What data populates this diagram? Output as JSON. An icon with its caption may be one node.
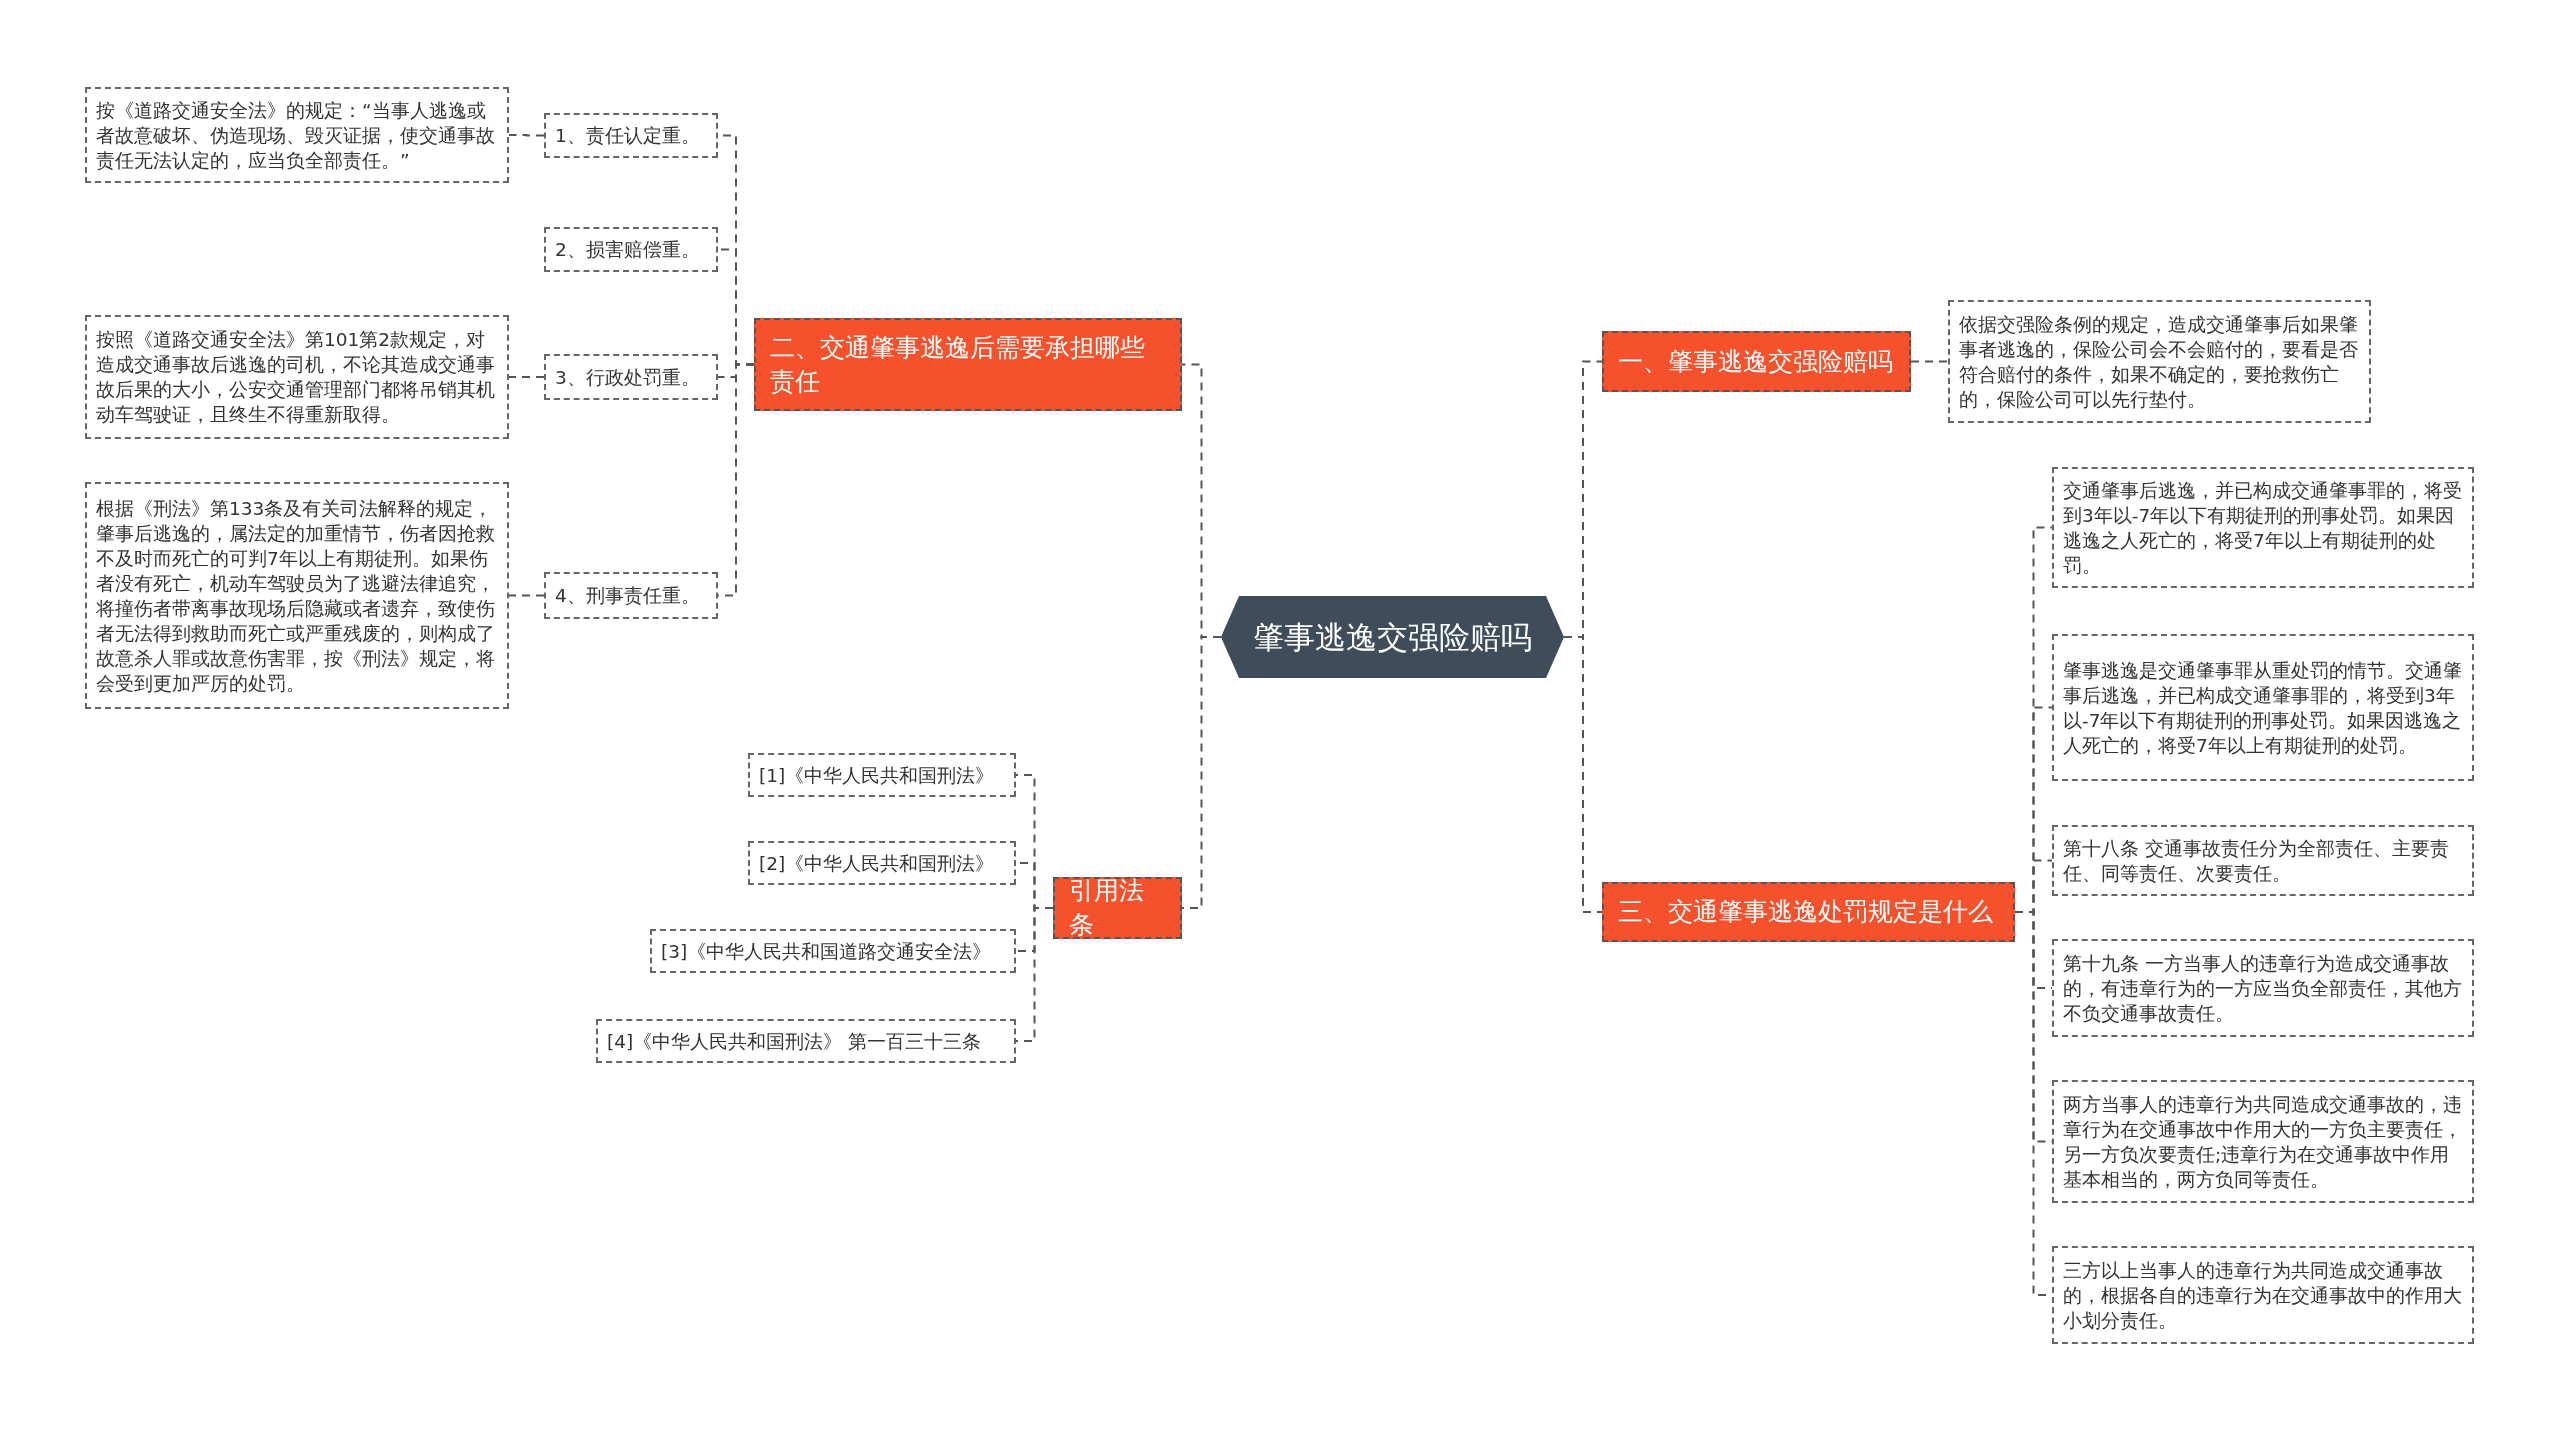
{
  "diagram": {
    "nodes": [
      {
        "text": [
          "肇事逃逸交强险赔吗"
        ]
      },
      {
        "text": [
          "二、交通肇事逃逸后需要承担哪些责任"
        ]
      },
      {
        "text": [
          "1、责任认定重。"
        ]
      },
      {
        "text": [
          "按《道路交通安全法》的规定：“当事人逃逸或者故意破坏、伪造现场、毁灭证据，使交通事故责任无法认定的，应当负全部责任。”"
        ]
      },
      {
        "text": [
          "2、损害赔偿重。"
        ]
      },
      {
        "text": [
          "3、行政处罚重。"
        ]
      },
      {
        "text": [
          "按照《道路交通安全法》第101第2款规定，对造成交通事故后逃逸的司机，不论其造成交通事故后果的大小，公安交通管理部门都将吊销其机动车驾驶证，且终生不得重新取得。"
        ]
      },
      {
        "text": [
          "4、刑事责任重。"
        ]
      },
      {
        "text": [
          "根据《刑法》第133条及有关司法解释的规定，肇事后逃逸的，属法定的加重情节，伤者因抢救不及时而死亡的可判7年以上有期徒刑。如果伤者没有死亡，机动车驾驶员为了逃避法律追究，将撞伤者带离事故现场后隐藏或者遗弃，致使伤者无法得到救助而死亡或严重残废的，则构成了故意杀人罪或故意伤害罪，按《刑法》规定，将会受到更加严厉的处罚。"
        ]
      },
      {
        "text": [
          "引用法条"
        ]
      },
      {
        "text": [
          "[1]《中华人民共和国刑法》"
        ]
      },
      {
        "text": [
          "[2]《中华人民共和国刑法》"
        ]
      },
      {
        "text": [
          "[3]《中华人民共和国道路交通安全法》"
        ]
      },
      {
        "text": [
          "[4]《中华人民共和国刑法》 第一百三十三条"
        ]
      },
      {
        "text": [
          "一、肇事逃逸交强险赔吗"
        ]
      },
      {
        "text": [
          "依据交强险条例的规定，造成交通肇事后如果肇事者逃逸的，保险公司会不会赔付的，要看是否符合赔付的条件，如果不确定的，要抢救伤亡的，保险公司可以先行垫付。"
        ]
      },
      {
        "text": [
          "三、交通肇事逃逸处罚规定是什么"
        ]
      },
      {
        "text": [
          "交通肇事后逃逸，并已构成交通肇事罪的，将受到3年以-7年以下有期徒刑的刑事处罚。如果因逃逸之人死亡的，将受7年以上有期徒刑的处罚。"
        ]
      },
      {
        "text": [
          "肇事逃逸是交通肇事罪从重处罚的情节。交通肇事后逃逸，并已构成交通肇事罪的，将受到3年以-7年以下有期徒刑的刑事处罚。如果因逃逸之人死亡的，将受7年以上有期徒刑的处罚。"
        ]
      },
      {
        "text": [
          "第十八条 交通事故责任分为全部责任、主要责任、同等责任、次要责任。"
        ]
      },
      {
        "text": [
          "第十九条 一方当事人的违章行为造成交通事故的，有违章行为的一方应当负全部责任，其他方不负交通事故责任。"
        ]
      },
      {
        "text": [
          "两方当事人的违章行为共同造成交通事故的，违章行为在交通事故中作用大的一方负主要责任，另一方负次要责任;违章行为在交通事故中作用基本相当的，两方负同等责任。"
        ]
      },
      {
        "text": [
          "三方以上当事人的违章行为共同造成交通事故的，根据各自的违章行为在交通事故中的作用大小划分责任。"
        ]
      }
    ],
    "edges": [
      {
        "from": 0,
        "to": 1,
        "arrow": "none",
        "style": "dashed"
      },
      {
        "from": 0,
        "to": 9,
        "arrow": "none",
        "style": "dashed"
      },
      {
        "from": 0,
        "to": 14,
        "arrow": "none",
        "style": "dashed"
      },
      {
        "from": 0,
        "to": 16,
        "arrow": "none",
        "style": "dashed"
      },
      {
        "from": 1,
        "to": 2,
        "arrow": "none",
        "style": "dashed"
      },
      {
        "from": 1,
        "to": 4,
        "arrow": "none",
        "style": "dashed"
      },
      {
        "from": 1,
        "to": 5,
        "arrow": "none",
        "style": "dashed"
      },
      {
        "from": 1,
        "to": 7,
        "arrow": "none",
        "style": "dashed"
      },
      {
        "from": 2,
        "to": 3,
        "arrow": "none",
        "style": "dashed"
      },
      {
        "from": 5,
        "to": 6,
        "arrow": "none",
        "style": "dashed"
      },
      {
        "from": 7,
        "to": 8,
        "arrow": "none",
        "style": "dashed"
      },
      {
        "from": 9,
        "to": 10,
        "arrow": "none",
        "style": "dashed"
      },
      {
        "from": 9,
        "to": 11,
        "arrow": "none",
        "style": "dashed"
      },
      {
        "from": 9,
        "to": 12,
        "arrow": "none",
        "style": "dashed"
      },
      {
        "from": 9,
        "to": 13,
        "arrow": "none",
        "style": "dashed"
      },
      {
        "from": 14,
        "to": 15,
        "arrow": "none",
        "style": "dashed"
      },
      {
        "from": 16,
        "to": 17,
        "arrow": "none",
        "style": "dashed"
      },
      {
        "from": 16,
        "to": 18,
        "arrow": "none",
        "style": "dashed"
      },
      {
        "from": 16,
        "to": 19,
        "arrow": "none",
        "style": "dashed"
      },
      {
        "from": 16,
        "to": 20,
        "arrow": "none",
        "style": "dashed"
      },
      {
        "from": 16,
        "to": 21,
        "arrow": "none",
        "style": "dashed"
      },
      {
        "from": 16,
        "to": 22,
        "arrow": "none",
        "style": "dashed"
      }
    ]
  }
}
